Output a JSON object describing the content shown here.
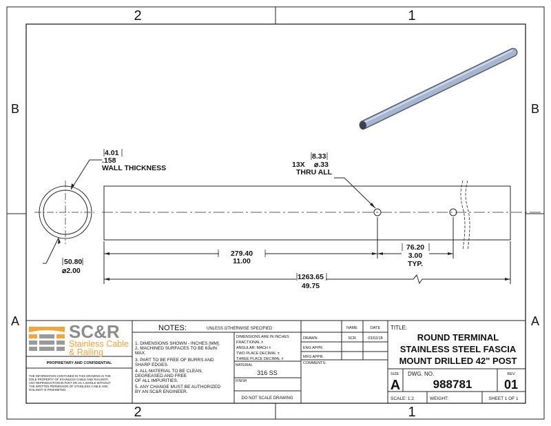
{
  "zones": {
    "top": [
      "2",
      "1"
    ],
    "bottom": [
      "2",
      "1"
    ],
    "left": [
      "B",
      "A"
    ],
    "right": [
      "B",
      "A"
    ]
  },
  "dimensions": {
    "wall_mm": "4.01",
    "wall_in": ".158",
    "wall_label": "WALL THICKNESS",
    "od_mm": "50.80",
    "od_in": "⌀2.00",
    "hole_mm": "8.33",
    "hole_count": "13X",
    "hole_in": "⌀.33",
    "hole_thru": "THRU ALL",
    "first_mm": "279.40",
    "first_in": "11.00",
    "pitch_mm": "76.20",
    "pitch_in": "3.00",
    "pitch_typ": "TYP.",
    "length_mm": "1263.65",
    "length_in": "49.75"
  },
  "logo": {
    "mark": "SC&R",
    "line1": "Stainless Cable",
    "line2": "& Railing",
    "orange": "#f2a53a",
    "gray": "#8c8c8c"
  },
  "proprietary": "PROPRIETARY AND CONFIDENTIAL",
  "disclaimer": [
    "THE INFORMATION CONTAINED IN THIS DRAWING IS THE",
    "SOLE PROPERTY OF STAINLESS CABLE AND RAILING®.",
    "ANY REPRODUCTION IN PART OR AS A WHOLE WITHOUT",
    "THE WRITTEN PERMISSION OF STAINLESS CABLE AND",
    "RAILING® IS PROHIBITED."
  ],
  "notes": {
    "title": "NOTES:",
    "subtitle": "UNLESS OTHERWISE SPECIFIED",
    "lines": [
      "1. DIMENSIONS SHOWN - INCHES [MM].",
      "2. MACHINED SURFACES TO BE 63uIN",
      "MAX.",
      "3. PART TO BE FREE OF BURRS AND",
      "SHARP EDGES.",
      "4. ALL MATERIAL TO BE CLEAN,",
      "DEGREASED AND FREE",
      "OF ALL IMPURITIES.",
      "5. ANY CHANGE MUST BE AUTHORIZED",
      "BY AN SC&R ENGINEER."
    ],
    "tolerances": [
      "DIMENSIONS ARE IN INCHES",
      "FRACTIONAL        ±",
      "ANGULAR: MACH     ±",
      "TWO PLACE DECIMAL  ±",
      "THREE PLACE DECIMAL ±"
    ],
    "material_label": "MATERIAL",
    "material": "316 SS",
    "finish_label": "FINISH",
    "do_not_scale": "DO NOT SCALE DRAWING"
  },
  "approvals": {
    "name_h": "NAME",
    "date_h": "DATE",
    "drawn": "DRAWN",
    "drawn_name": "SCR",
    "drawn_date": "03/02/18",
    "eng": "ENG APPR.",
    "mfg": "MFG APPR.",
    "comments": "COMMENTS:"
  },
  "title_block": {
    "title_label": "TITLE:",
    "title": [
      "ROUND TERMINAL",
      "STAINLESS STEEL FASCIA",
      "MOUNT DRILLED 42\" POST"
    ],
    "size_label": "SIZE",
    "size": "A",
    "dwg_label": "DWG.  NO.",
    "dwg_no": "988781",
    "rev_label": "REV",
    "rev": "01",
    "scale": "SCALE: 1:2",
    "weight": "WEIGHT:",
    "sheet": "SHEET 1 OF 1"
  }
}
